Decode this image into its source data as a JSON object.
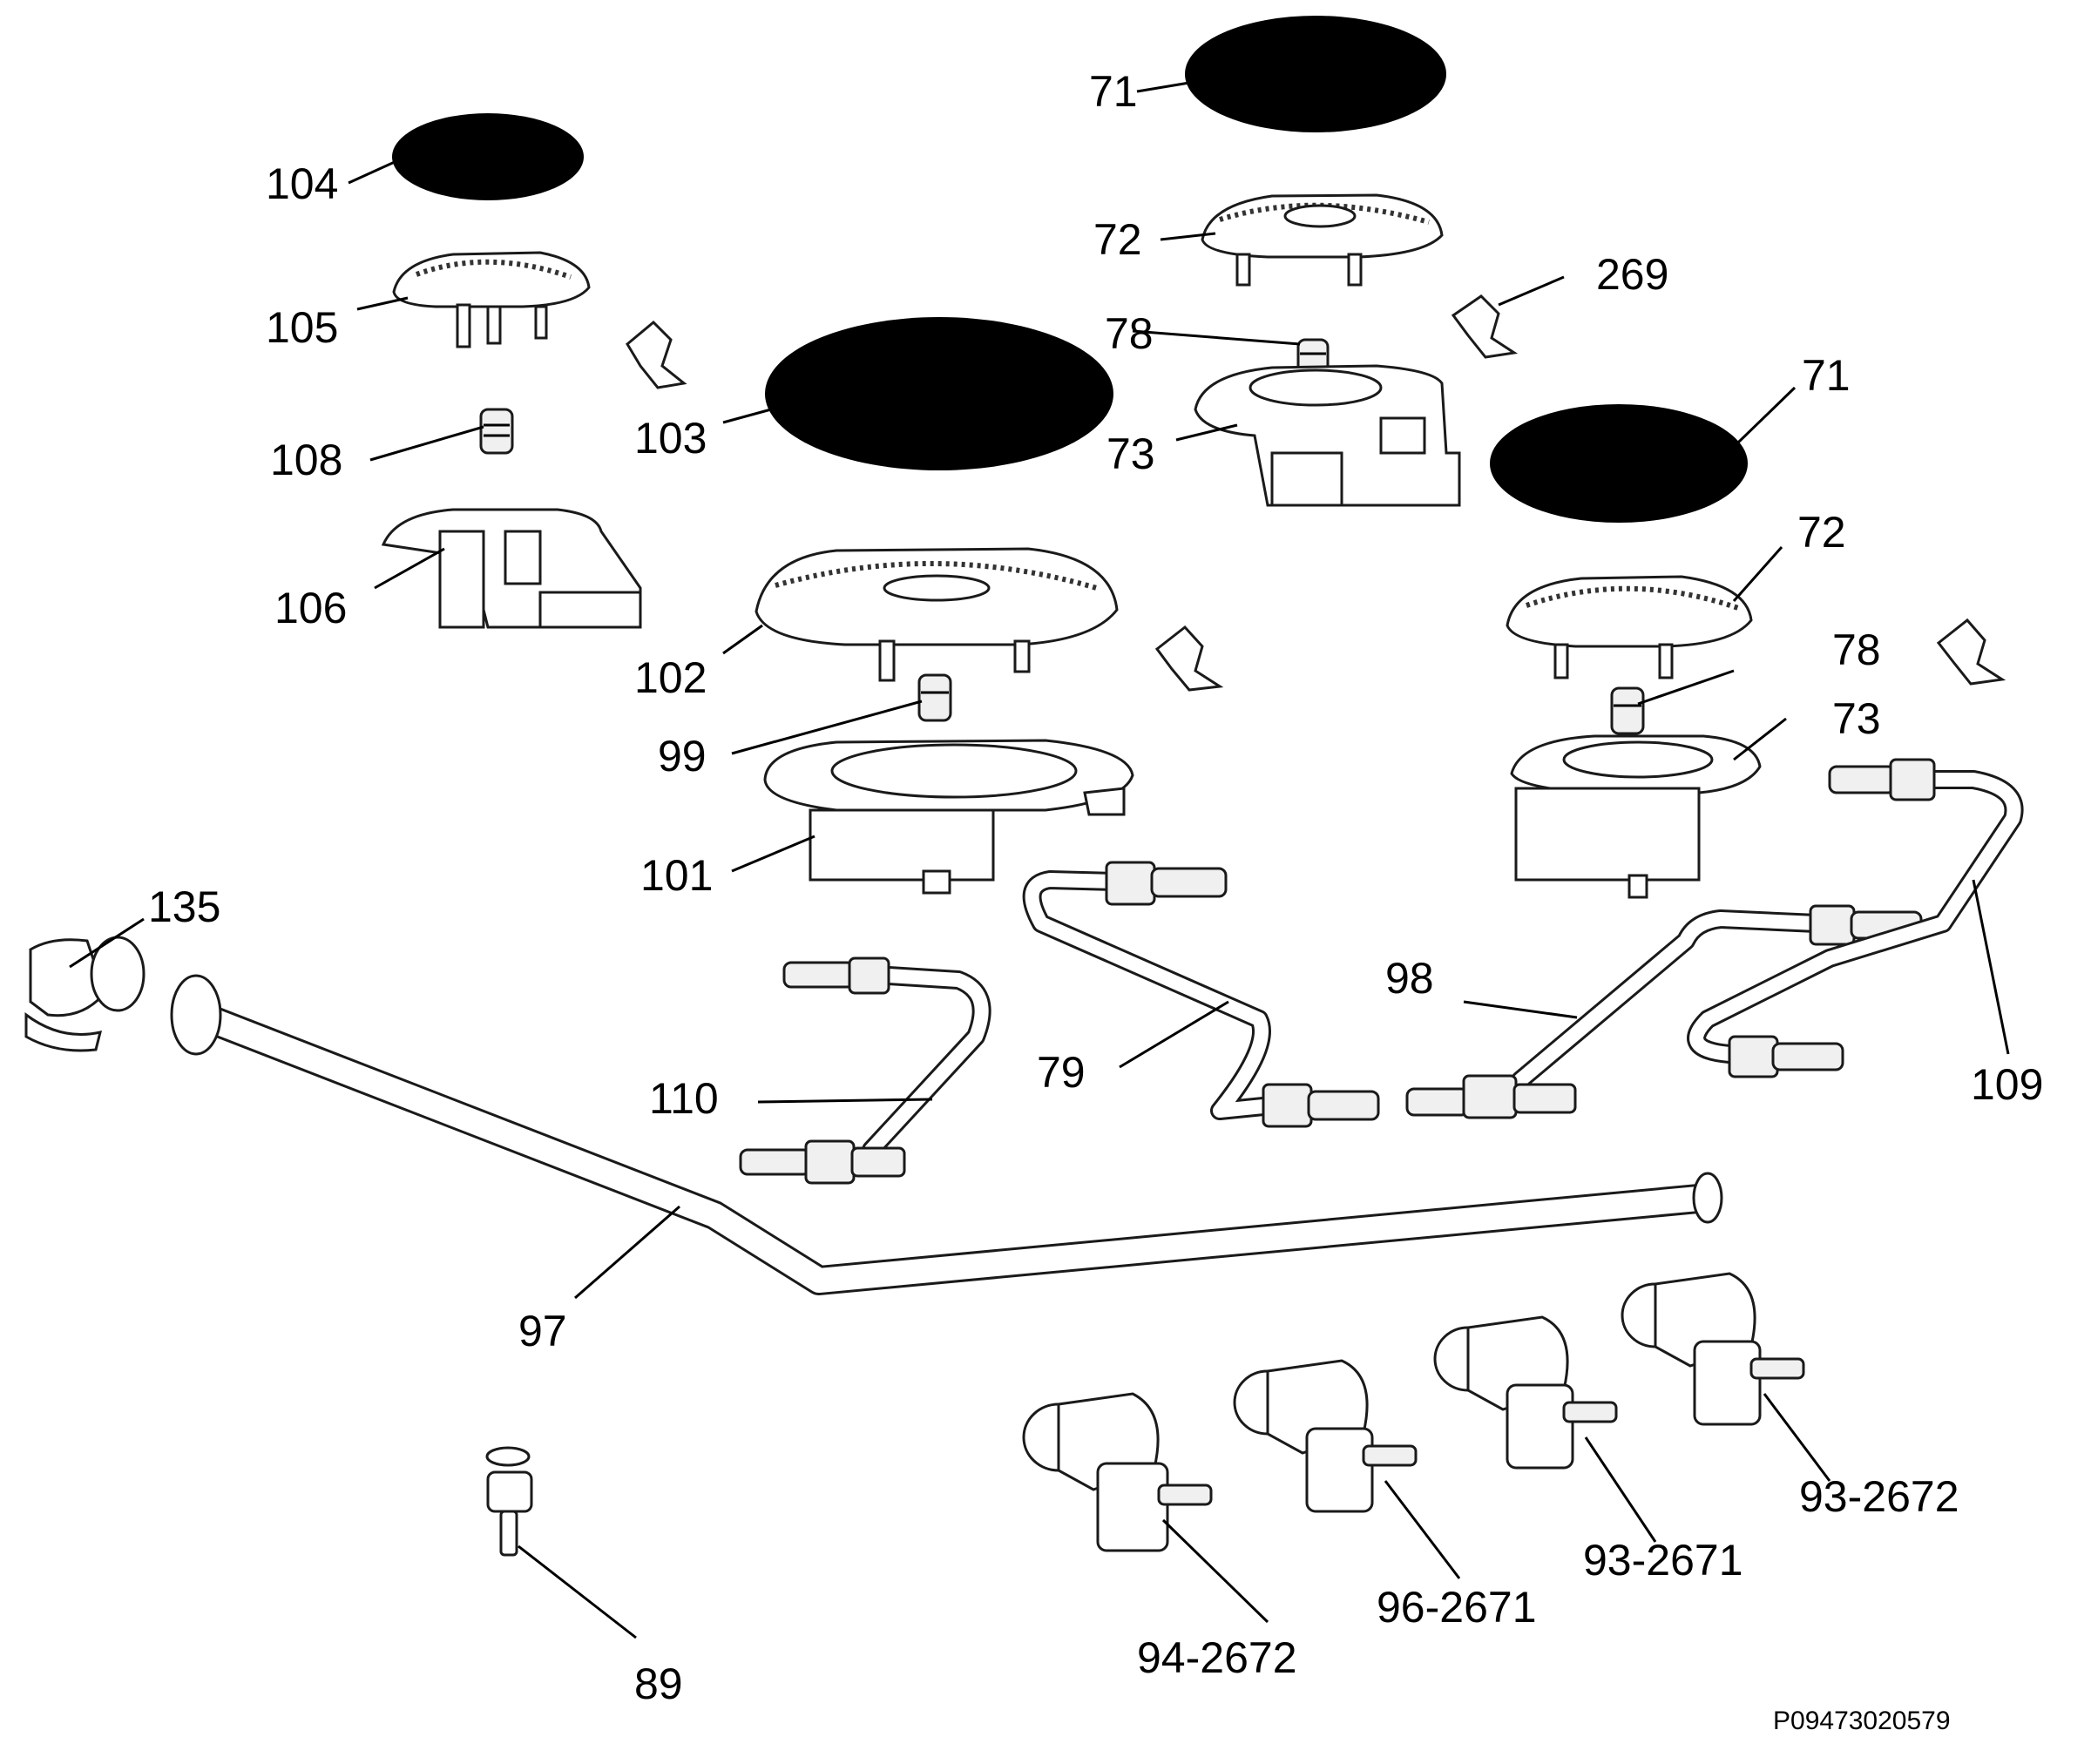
{
  "diagram": {
    "drawing_code": "P09473020579",
    "labels": {
      "p71a": "71",
      "p71b": "71",
      "p72a": "72",
      "p72b": "72",
      "p73a": "73",
      "p73b": "73",
      "p78a": "78",
      "p78b": "78",
      "p79": "79",
      "p89": "89",
      "p93_2671": "93-2671",
      "p93_2672": "93-2672",
      "p94_2672": "94-2672",
      "p96_2671": "96-2671",
      "p97": "97",
      "p98": "98",
      "p99": "99",
      "p101": "101",
      "p102": "102",
      "p103": "103",
      "p104": "104",
      "p105": "105",
      "p106": "106",
      "p108": "108",
      "p109": "109",
      "p110": "110",
      "p135": "135",
      "p269": "269"
    }
  }
}
